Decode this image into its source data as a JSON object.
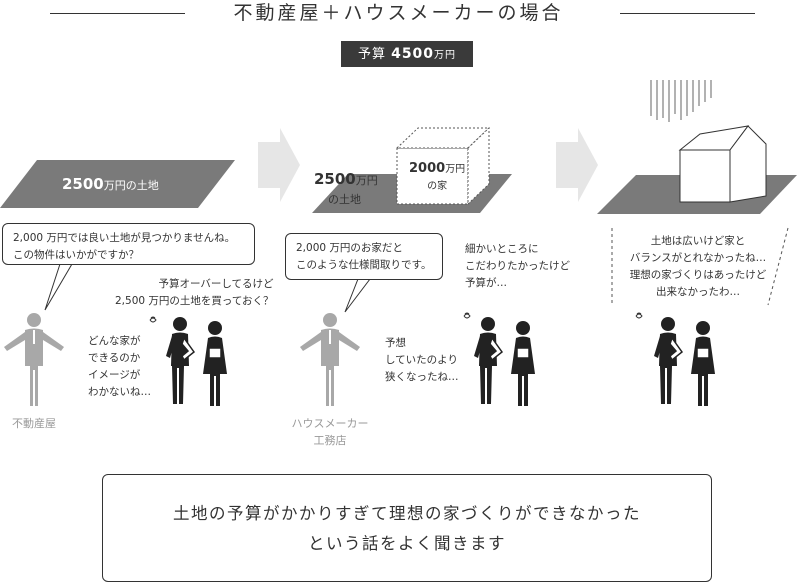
{
  "title": "不動産屋＋ハウスメーカーの場合",
  "budget": {
    "prefix": "予算 ",
    "amount": "4500",
    "unit": "万円"
  },
  "stage1": {
    "land_amount": "2500",
    "land_unit": "万円の土地",
    "bubble_line1": "2,000 万円では良い土地が見つかりませんね。",
    "bubble_line2": "この物件はいかがですか？",
    "thought_line1": "予算オーバーしてるけど",
    "thought_line2": "2,500 万円の土地を買っておく？",
    "worry_line1": "どんな家が",
    "worry_line2": "できるのか",
    "worry_line3": "イメージが",
    "worry_line4": "わかないね…",
    "agent_label": "不動産屋"
  },
  "stage2": {
    "land_amount": "2500",
    "land_unit": "万円",
    "land_suffix": "の土地",
    "house_amount": "2000",
    "house_unit": "万円",
    "house_suffix": "の家",
    "bubble_line1": "2,000 万円のお家だと",
    "bubble_line2": "このような仕様間取りです。",
    "thought_line1": "細かいところに",
    "thought_line2": "こだわりたかったけど",
    "thought_line3": "予算が…",
    "worry_line1": "予想",
    "worry_line2": "していたのより",
    "worry_line3": "狭くなったね…",
    "agent_label_line1": "ハウスメーカー",
    "agent_label_line2": "工務店"
  },
  "stage3": {
    "line1": "土地は広いけど家と",
    "line2": "バランスがとれなかったね…",
    "line3": "理想の家づくりはあったけど",
    "line4": "出来なかったわ…"
  },
  "conclusion": {
    "line1": "土地の予算がかかりすぎて理想の家づくりができなかった",
    "line2": "という話をよく聞きます"
  },
  "colors": {
    "dark": "#333333",
    "land": "#7a7a7a",
    "agent": "#a8a8a8",
    "arrow": "#e6e6e6",
    "label_gray": "#999999"
  }
}
